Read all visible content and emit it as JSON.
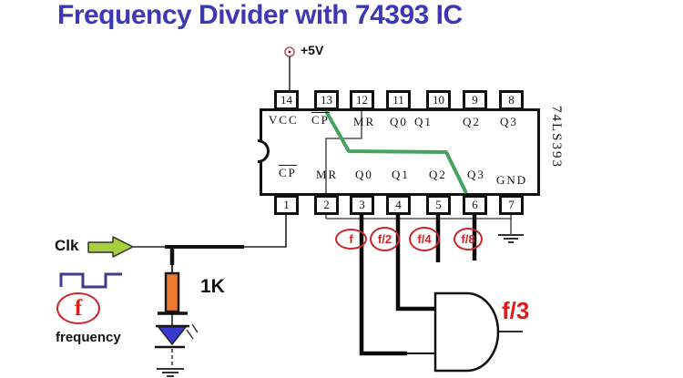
{
  "title": "Frequency Divider with 74393 IC",
  "power": {
    "label": "+5V"
  },
  "ic": {
    "part_number": "74LS393",
    "top_pins": [
      {
        "number": "14",
        "label": "VCC"
      },
      {
        "number": "13",
        "label": "CP"
      },
      {
        "number": "12",
        "label": "MR"
      },
      {
        "number": "11",
        "label": "Q0"
      },
      {
        "number": "10",
        "label": "Q1"
      },
      {
        "number": "9",
        "label": "Q2"
      },
      {
        "number": "8",
        "label": "Q3"
      }
    ],
    "bottom_pins": [
      {
        "number": "1",
        "label": "CP"
      },
      {
        "number": "2",
        "label": "MR"
      },
      {
        "number": "3",
        "label": "Q0"
      },
      {
        "number": "4",
        "label": "Q1"
      },
      {
        "number": "5",
        "label": "Q2"
      },
      {
        "number": "6",
        "label": "Q3"
      },
      {
        "number": "7",
        "label": "GND"
      }
    ]
  },
  "input": {
    "clk_label": "Clk",
    "frequency_symbol": "f",
    "frequency_label": "frequency"
  },
  "resistor": {
    "label": "1K"
  },
  "outputs": {
    "circled": [
      {
        "text": "f"
      },
      {
        "text": "f/2"
      },
      {
        "text": "f/4"
      },
      {
        "text": "f/8"
      }
    ],
    "gate_output": "f/3"
  },
  "colors": {
    "title_blue": "#3c39b5",
    "internal_wire_green": "#46a25f",
    "label_red": "#cb2127",
    "resistor_orange": "#ed7c31",
    "led_blue": "#3a3ad0",
    "clk_arrow_green": "#a8cf3e",
    "waveform_navy": "#3c3c8e"
  }
}
